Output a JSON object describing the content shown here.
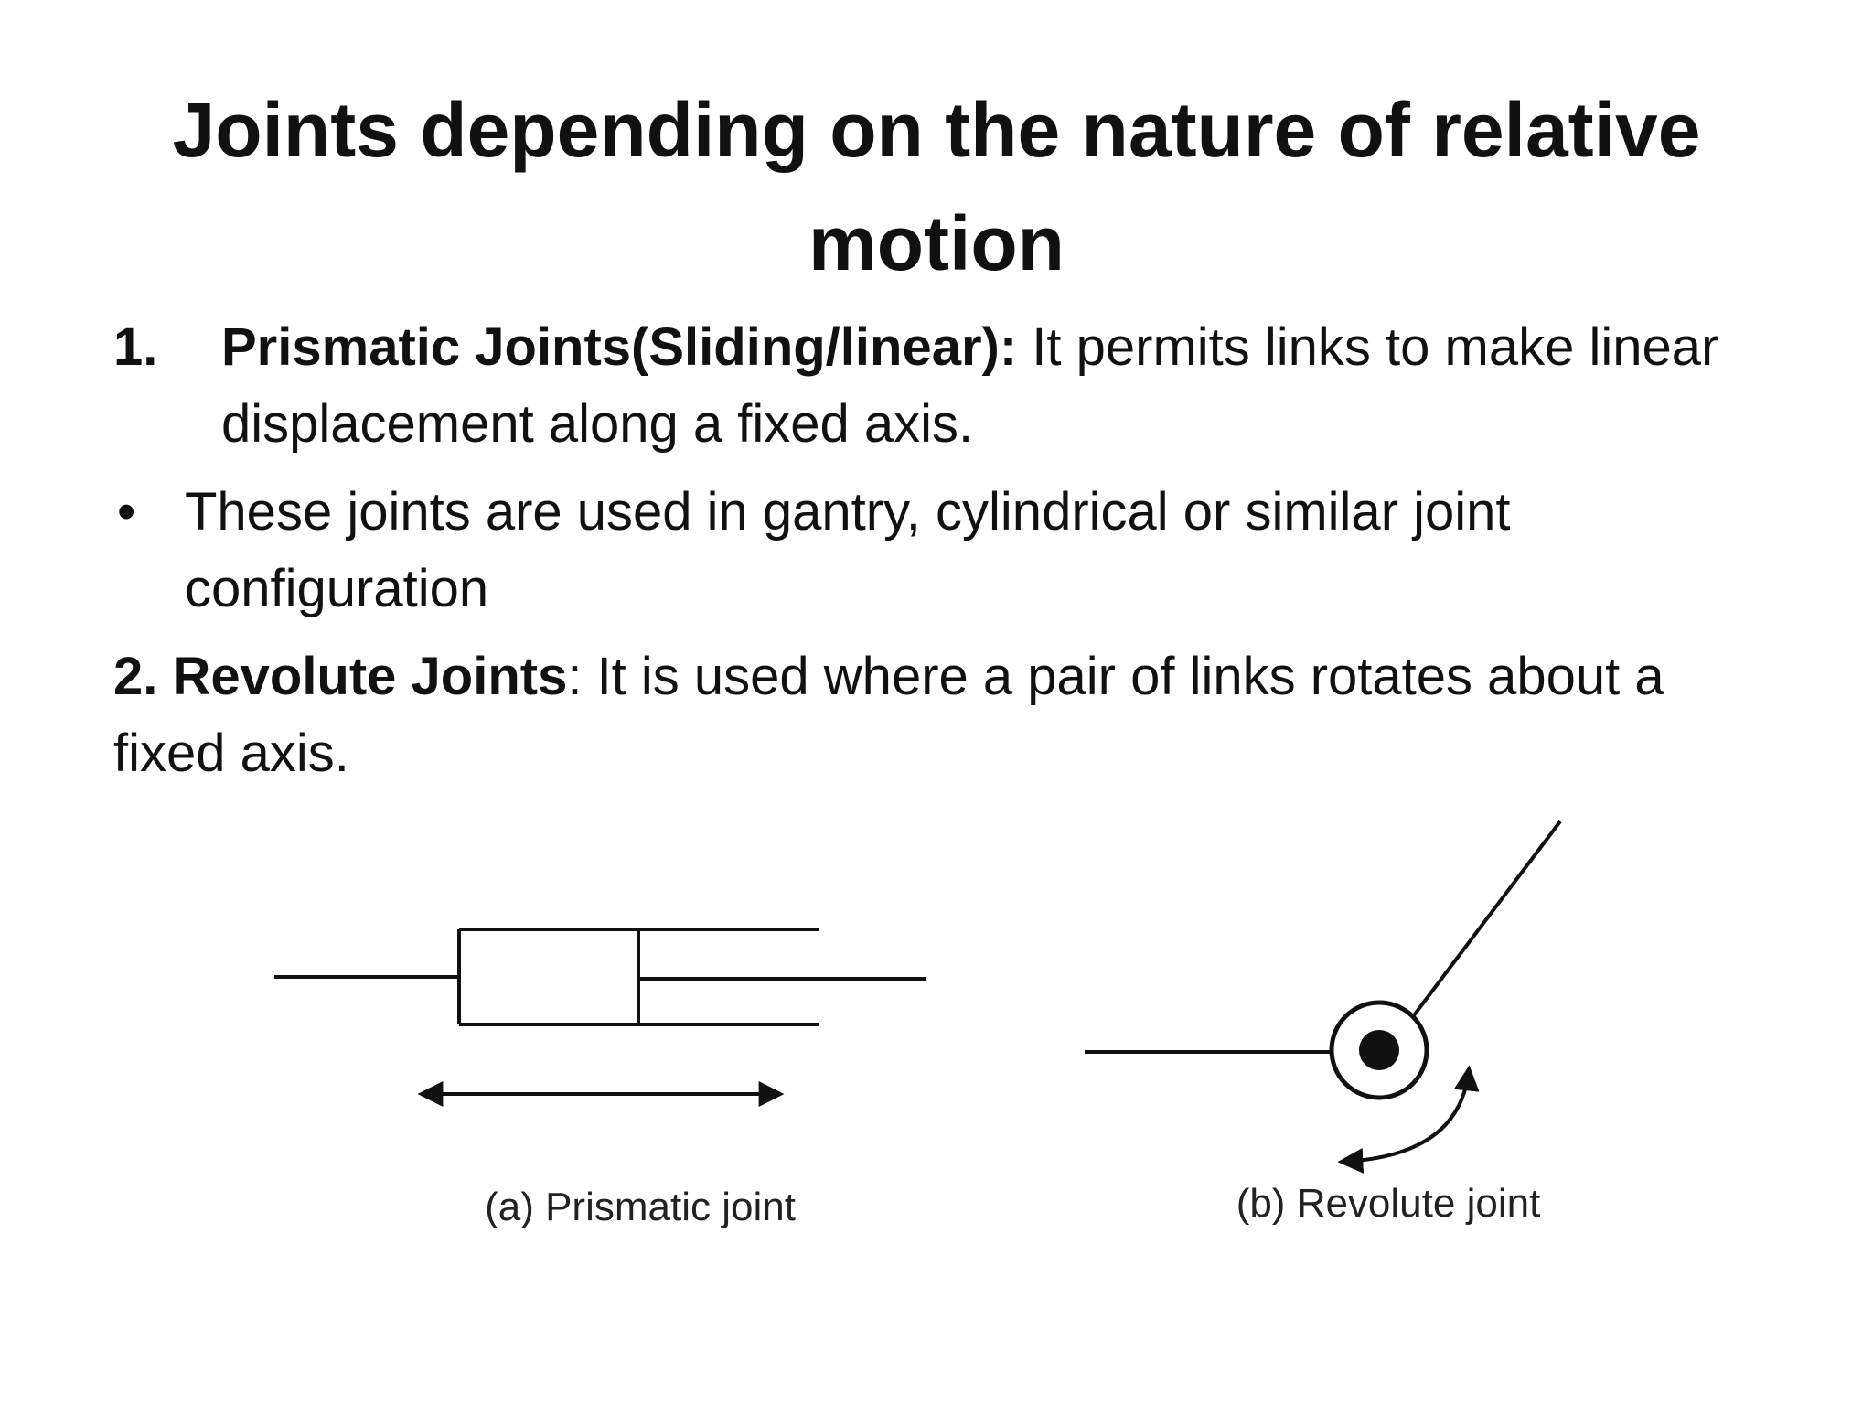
{
  "title": "Joints depending on the nature of relative motion",
  "items": {
    "prismatic": {
      "number": "1.",
      "heading": "Prismatic Joints(Sliding/linear):",
      "text": " It permits links to make linear displacement along a fixed axis."
    },
    "bullet": {
      "marker": "•",
      "text": "These joints are used in gantry, cylindrical or similar joint configuration"
    },
    "revolute": {
      "heading": "2. Revolute Joints",
      "text": ": It is used where a pair of links rotates about a fixed axis."
    }
  },
  "figure": {
    "caption_a": "(a) Prismatic joint",
    "caption_b": "(b) Revolute joint"
  }
}
